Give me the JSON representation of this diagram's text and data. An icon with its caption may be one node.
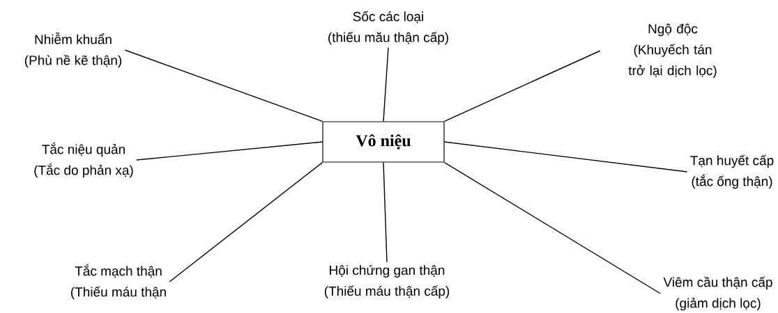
{
  "diagram": {
    "nodes": [
      {
        "text": [
          "Vô niệu"
        ]
      },
      {
        "text": [
          "Nhiễm khuẩn",
          "(Phù nề kẽ thận)"
        ]
      },
      {
        "text": [
          "Sốc các loại",
          "(thiếu mău thận cấp)"
        ]
      },
      {
        "text": [
          "Ngộ độc",
          "(Khuyếch tán trở lại dịch lọc)"
        ]
      },
      {
        "text": [
          "Tắc niệu quản",
          "(Tắc do phản xạ)"
        ]
      },
      {
        "text": [
          "Tạn huyết cấp",
          "(tắc ống thận)"
        ]
      },
      {
        "text": [
          "Tắc mạch thận",
          "(Thiếu máu thận"
        ]
      },
      {
        "text": [
          "Hội chứng gan thận",
          "(Thiếu máu thận cấp)"
        ]
      },
      {
        "text": [
          "Viêm cầu thận cấp",
          "(giảm dịch lọc)"
        ]
      }
    ],
    "edges": [
      {
        "from": 0,
        "to": 1,
        "arrow": "none"
      },
      {
        "from": 0,
        "to": 2,
        "arrow": "none"
      },
      {
        "from": 0,
        "to": 3,
        "arrow": "none"
      },
      {
        "from": 0,
        "to": 4,
        "arrow": "none"
      },
      {
        "from": 0,
        "to": 5,
        "arrow": "none"
      },
      {
        "from": 0,
        "to": 6,
        "arrow": "none"
      },
      {
        "from": 0,
        "to": 7,
        "arrow": "none"
      },
      {
        "from": 0,
        "to": 8,
        "arrow": "none"
      }
    ]
  }
}
